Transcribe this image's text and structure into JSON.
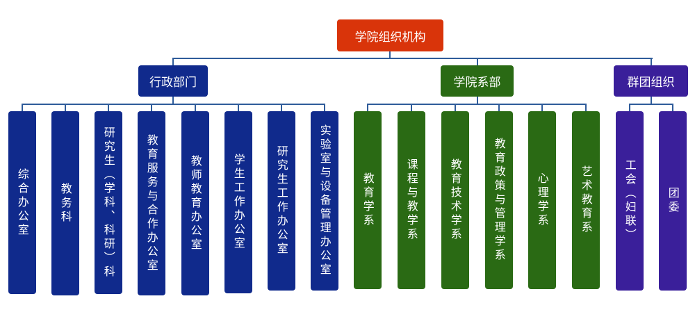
{
  "root": {
    "label": "学院组织机构"
  },
  "groups": [
    {
      "label": "行政部门",
      "children": [
        "综合办公室",
        "教务科",
        "研究生（学科、科研）科",
        "教育服务与合作办公室",
        "教师教育办公室",
        "学生工作办公室",
        "研究生工作办公室",
        "实验室与设备管理办公室"
      ]
    },
    {
      "label": "学院系部",
      "children": [
        "教育学系",
        "课程与教学系",
        "教育技术学系",
        "教育政策与管理学系",
        "心理学系",
        "艺术教育系"
      ]
    },
    {
      "label": "群团组织",
      "children": [
        "工会（妇联）",
        "团委"
      ]
    }
  ],
  "colors": {
    "root": "#d9340a",
    "admin": "#102a8c",
    "departments": "#2a6a14",
    "mass_orgs": "#3a1f9a",
    "connector": "#2f5c9a"
  }
}
